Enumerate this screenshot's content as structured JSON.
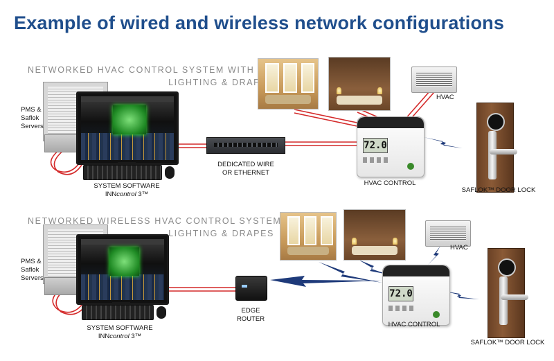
{
  "title": "Example of wired and wireless network configurations",
  "wired": {
    "section_line1": "NETWORKED HVAC CONTROL SYSTEM WITH PIR",
    "section_line2": "LIGHTING & DRAPES",
    "servers_line1": "PMS &",
    "servers_line2": "Saflok",
    "servers_line3": "Servers",
    "software_line1": "SYSTEM SOFTWARE",
    "software_inn": "INN",
    "software_control": "control",
    "software_version": " 3™",
    "wire_line1": "DEDICATED WIRE",
    "wire_line2": "OR ETHERNET",
    "hvac_label": "HVAC",
    "control_label": "HVAC CONTROL",
    "door_label": "SAFLOK™ DOOR LOCK",
    "display": "72.0"
  },
  "wireless": {
    "section_line1": "NETWORKED WIRELESS HVAC CONTROL SYSTEM WITH PIR",
    "section_line2": "LIGHTING & DRAPES",
    "servers_line1": "PMS &",
    "servers_line2": "Saflok",
    "servers_line3": "Servers",
    "software_line1": "SYSTEM SOFTWARE",
    "software_inn": "INN",
    "software_control": "control",
    "software_version": " 3™",
    "router_line1": "EDGE",
    "router_line2": "ROUTER",
    "hvac_label": "HVAC",
    "control_label": "HVAC CONTROL",
    "door_label": "SAFLOK™ DOOR LOCK",
    "display": "72.0"
  },
  "colors": {
    "title": "#1f4e8c",
    "wire": "#d42a2a",
    "wireless": "#1e3a7a",
    "section": "#8a8a8a"
  }
}
